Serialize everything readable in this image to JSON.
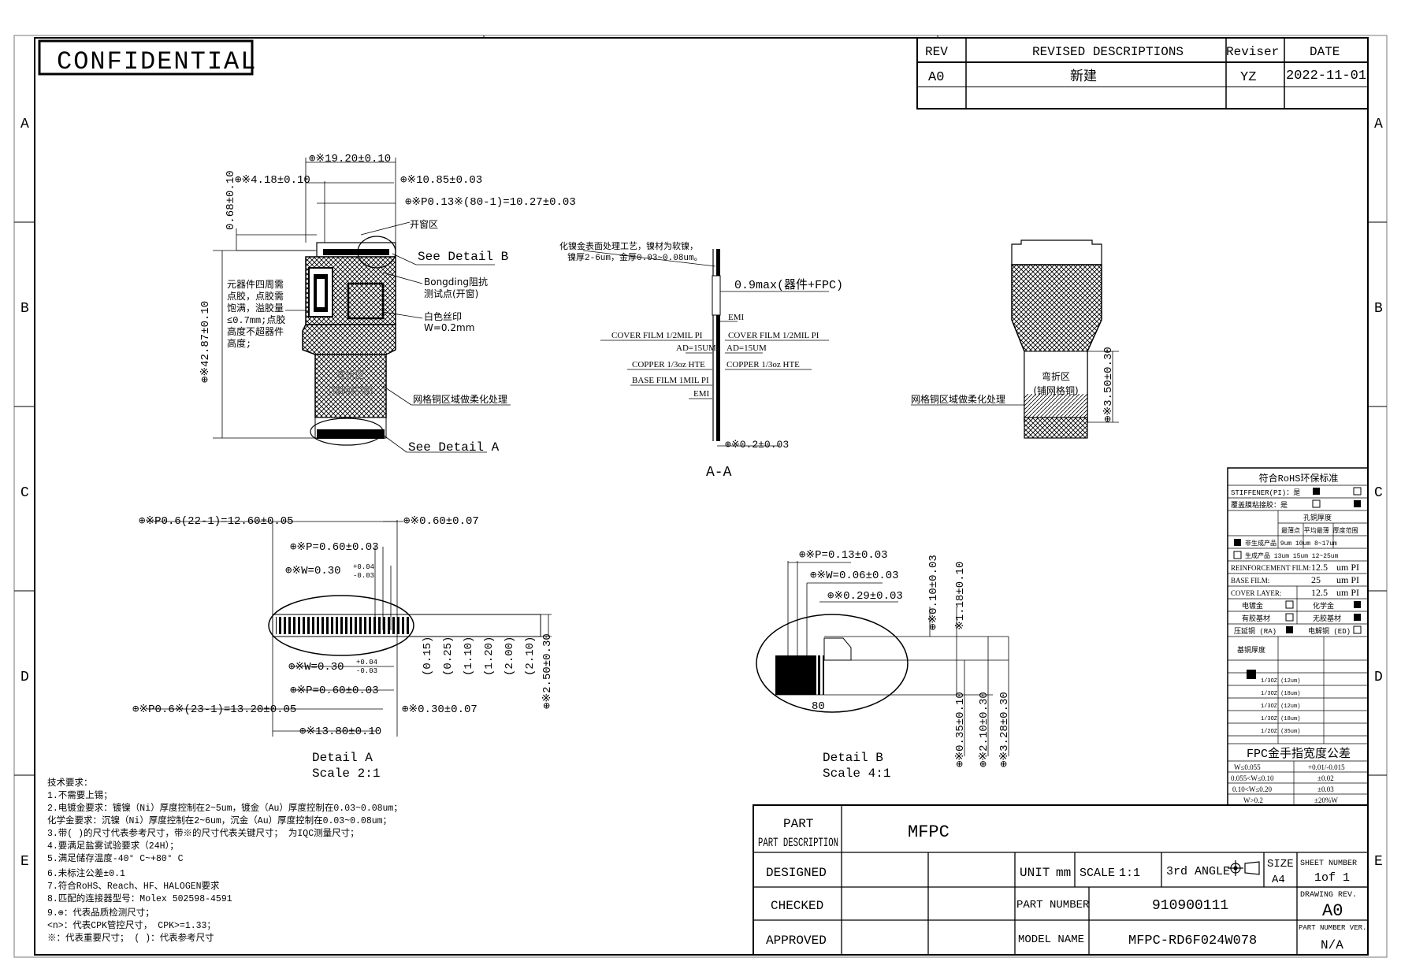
{
  "confidential": "CONFIDENTIAL",
  "border_labels": {
    "rows": [
      "A",
      "B",
      "C",
      "D",
      "E"
    ]
  },
  "revision": {
    "headers": [
      "REV",
      "REVISED DESCRIPTIONS",
      "Reviser",
      "DATE"
    ],
    "row": [
      "A0",
      "新建",
      "YZ",
      "2022-11-01"
    ]
  },
  "main_view": {
    "dims": [
      "⊕※19.20±0.10",
      "⊕※4.18±0.10",
      "⊕※10.85±0.03",
      "⊕※P0.13※(80-1)=10.27±0.03",
      "0.68±0.10",
      "⊕※42.87±0.10"
    ],
    "notes": [
      "开窗区",
      "See Detail B",
      "Bongding阻抗",
      "测试点(开窗)",
      "白色丝印",
      "W=0.2mm",
      "网格铜区域做柔化处理",
      "See Detail A"
    ],
    "left_note": [
      "元器件四周需",
      "点胶，点胶需",
      "饱满，溢胶量",
      "≤0.7mm;点胶",
      "高度不超器件",
      "高度;"
    ],
    "tail_text": [
      "弯折区",
      "(铺网格铜)"
    ]
  },
  "section_view": {
    "note": [
      "化镍金表面处理工艺，镍材为软镍，",
      "镍厚2-6um，金厚0.03~0.08um。"
    ],
    "layers_left": [
      "COVER FILM 1/2MIL PI",
      "AD=15UM",
      "COPPER 1/3oz HTE",
      "BASE FILM 1MIL PI",
      "EMI"
    ],
    "layers_right": [
      "0.9max(器件+FPC)",
      "EMI",
      "COVER FILM 1/2MIL PI",
      "AD=15UM",
      "COPPER 1/3oz HTE"
    ],
    "thickness": "⊕※0.2±0.03",
    "label": "A-A"
  },
  "right_view": {
    "text": [
      "弯折区",
      "(铺网格铜)"
    ],
    "note": "网格铜区域做柔化处理",
    "dim": "⊕※3.50±0.30"
  },
  "detail_a": {
    "dims": [
      "⊕※P0.6(22-1)=12.60±0.05",
      "⊕※0.60±0.07",
      "⊕※P=0.60±0.03",
      "⊕※W=0.30",
      "⊕※W=0.30",
      "⊕※P=0.60±0.03",
      "⊕※P0.6※(23-1)=13.20±0.05",
      "⊕※0.30±0.07",
      "⊕※13.80±0.10",
      "⊕※2.50±0.30"
    ],
    "tol": [
      "+0.04",
      "-0.03"
    ],
    "refs": [
      "(0.15)",
      "(0.25)",
      "(1.10)",
      "(1.20)",
      "(2.00)",
      "(2.10)"
    ],
    "title": "Detail A",
    "scale": "Scale 2:1"
  },
  "detail_b": {
    "dims": [
      "⊕※P=0.13±0.03",
      "⊕※W=0.06±0.03",
      "⊕※0.29±0.03",
      "⊕※0.10±0.03",
      "※1.18±0.10",
      "⊕※0.35±0.10",
      "⊕※2.10±0.30",
      "⊕※3.28±0.30"
    ],
    "pin": "80",
    "title": "Detail B",
    "scale": "Scale 4:1"
  },
  "tech_req": [
    "技术要求：",
    "1.不需要上锡；",
    "2.电镀金要求：镀镍（Ni）厚度控制在2~5um，镀金（Au）厚度控制在0.03~0.08um；",
    "  化学金要求：沉镍（Ni）厚度控制在2~6um，沉金（Au）厚度控制在0.03~0.08um；",
    "3.带( )的尺寸代表参考尺寸，带※的尺寸代表关键尺寸； 为IQC测量尺寸；",
    "4.要满足盐雾试验要求（24H）；",
    "5.满足储存温度-40° C~+80° C",
    "6.未标注公差±0.1",
    "7.符合RoHS、Reach、HF、HALOGEN要求",
    "8.匹配的连接器型号：Molex 502598-4591",
    "9.⊕：代表品质检测尺寸；",
    "  <n>：代表CPK管控尺寸， CPK>=1.33；",
    "  ※：代表重要尺寸； ( )：代表参考尺寸"
  ],
  "rohs_table": {
    "title": "符合RoHS环保标准",
    "rows": [
      "STIFFENER(PI)：是",
      "覆盖膜粘接胶：是",
      "孔铜厚度",
      "最薄点  平均最薄  厚度范围",
      "非生成产品  9um  10um  8~17um",
      "生成产品  13um  15um  12~25um"
    ],
    "films": [
      {
        "label": "REINFORCEMENT FILM:",
        "value": "12.5",
        "unit": "um PI"
      },
      {
        "label": "BASE FILM:",
        "value": "25",
        "unit": "um PI"
      },
      {
        "label": "COVER LAYER:",
        "value": "12.5",
        "unit": "um PI"
      }
    ],
    "options": [
      "电镀金",
      "化学金",
      "有胶基材",
      "无胶基材",
      "压延铜 (RA)",
      "电解铜 (ED)"
    ],
    "cu_header": "基铜厚度",
    "cu_rows": [
      "1/3OZ (12um)",
      "1/3OZ (18um)",
      "1/3OZ (12um)",
      "1/3OZ (18um)",
      "1/2OZ (35um)"
    ],
    "fpc_title": "FPC金手指宽度公差",
    "fpc_rows": [
      [
        "W≤0.055",
        "+0.01/-0.015"
      ],
      [
        "0.055<W≤0.10",
        "±0.02"
      ],
      [
        "0.10<W≤0.20",
        "±0.03"
      ],
      [
        "W>0.2",
        "±20%W"
      ]
    ]
  },
  "title_block": {
    "part_desc_label": "PART DESCRIPTION",
    "part_desc": "MFPC",
    "designed": "DESIGNED",
    "checked": "CHECKED",
    "approved": "APPROVED",
    "unit_label": "UNIT",
    "unit": "mm",
    "scale_label": "SCALE",
    "scale": "1:1",
    "angle": "3rd ANGLE",
    "size_label": "SIZE",
    "size": "A4",
    "sheet_label": "SHEET NUMBER",
    "sheet": "1of 1",
    "part_number_label": "PART NUMBER",
    "part_number": "910900111",
    "drawing_rev_label": "DRAWING REV.",
    "drawing_rev": "A0",
    "model_name_label": "MODEL NAME",
    "model_name": "MFPC-RD6F024W078",
    "part_ver_label": "PART NUMBER VER.",
    "part_ver": "N/A"
  }
}
